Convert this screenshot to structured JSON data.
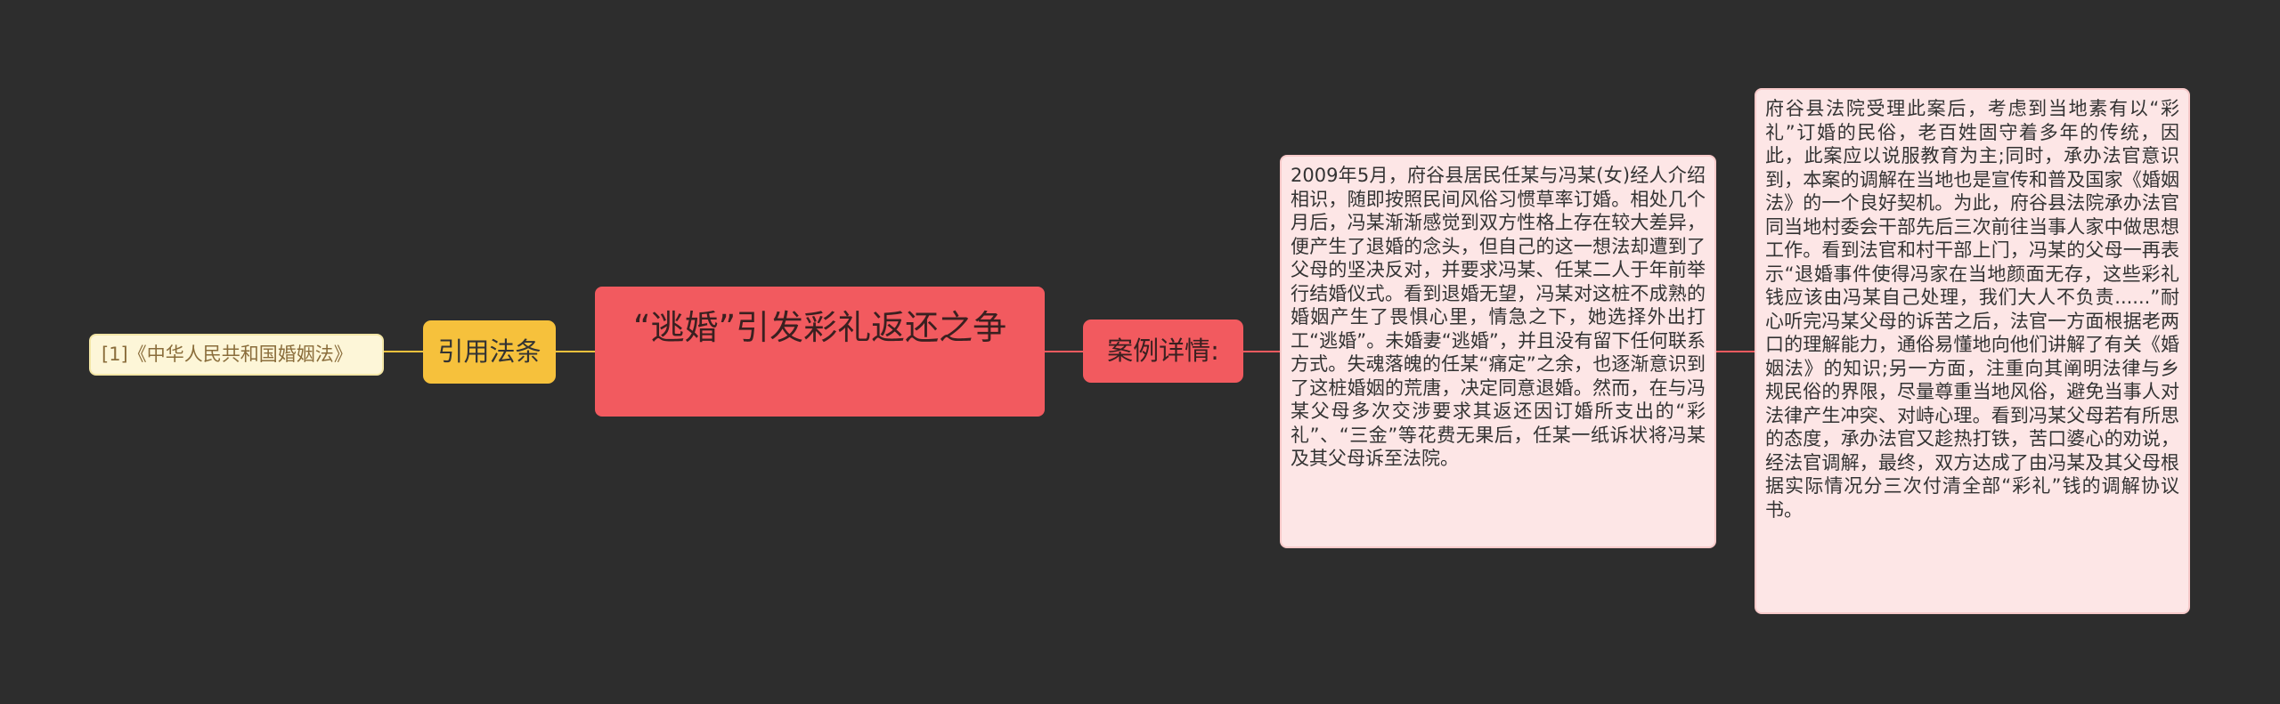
{
  "mindmap": {
    "root": {
      "label": "“逃婚”引发彩礼返还之争"
    },
    "citation": {
      "label": "引用法条",
      "reference": "[1]《中华人民共和国婚姻法》"
    },
    "case": {
      "label": "案例详情:",
      "detail": "2009年5月，府谷县居民任某与冯某(女)经人介绍相识，随即按照民间风俗习惯草率订婚。相处几个月后，冯某渐渐感觉到双方性格上存在较大差异，便产生了退婚的念头，但自己的这一想法却遭到了父母的坚决反对，并要求冯某、任某二人于年前举行结婚仪式。看到退婚无望，冯某对这桩不成熟的婚姻产生了畏惧心里，情急之下，她选择外出打工“逃婚”。未婚妻“逃婚”，并且没有留下任何联系方式。失魂落魄的任某“痛定”之余，也逐渐意识到了这桩婚姻的荒唐，决定同意退婚。然而，在与冯某父母多次交涉要求其返还因订婚所支出的“彩礼”、“三金”等花费无果后，任某一纸诉状将冯某及其父母诉至法院。",
      "result": "府谷县法院受理此案后，考虑到当地素有以“彩礼”订婚的民俗，老百姓固守着多年的传统，因此，此案应以说服教育为主;同时，承办法官意识到，本案的调解在当地也是宣传和普及国家《婚姻法》的一个良好契机。为此，府谷县法院承办法官同当地村委会干部先后三次前往当事人家中做思想工作。看到法官和村干部上门，冯某的父母一再表示“退婚事件使得冯家在当地颜面无存，这些彩礼钱应该由冯某自己处理，我们大人不负责......”耐心听完冯某父母的诉苦之后，法官一方面根据老两口的理解能力，通俗易懂地向他们讲解了有关《婚姻法》的知识;另一方面，注重向其阐明法律与乡规民俗的界限，尽量尊重当地风俗，避免当事人对法律产生冲突、对峙心理。看到冯某父母若有所思的态度，承办法官又趁热打铁，苦口婆心的劝说，经法官调解，最终，双方达成了由冯某及其父母根据实际情况分三次付清全部“彩礼”钱的调解协议书。"
    }
  },
  "colors": {
    "background": "#2d2d2d",
    "root": "#f25a5f",
    "citation": "#f6c13c",
    "reference": "#fdf6d8",
    "detail": "#fde6e6",
    "line_left": "#f6c13c",
    "line_right": "#f25a5f"
  }
}
